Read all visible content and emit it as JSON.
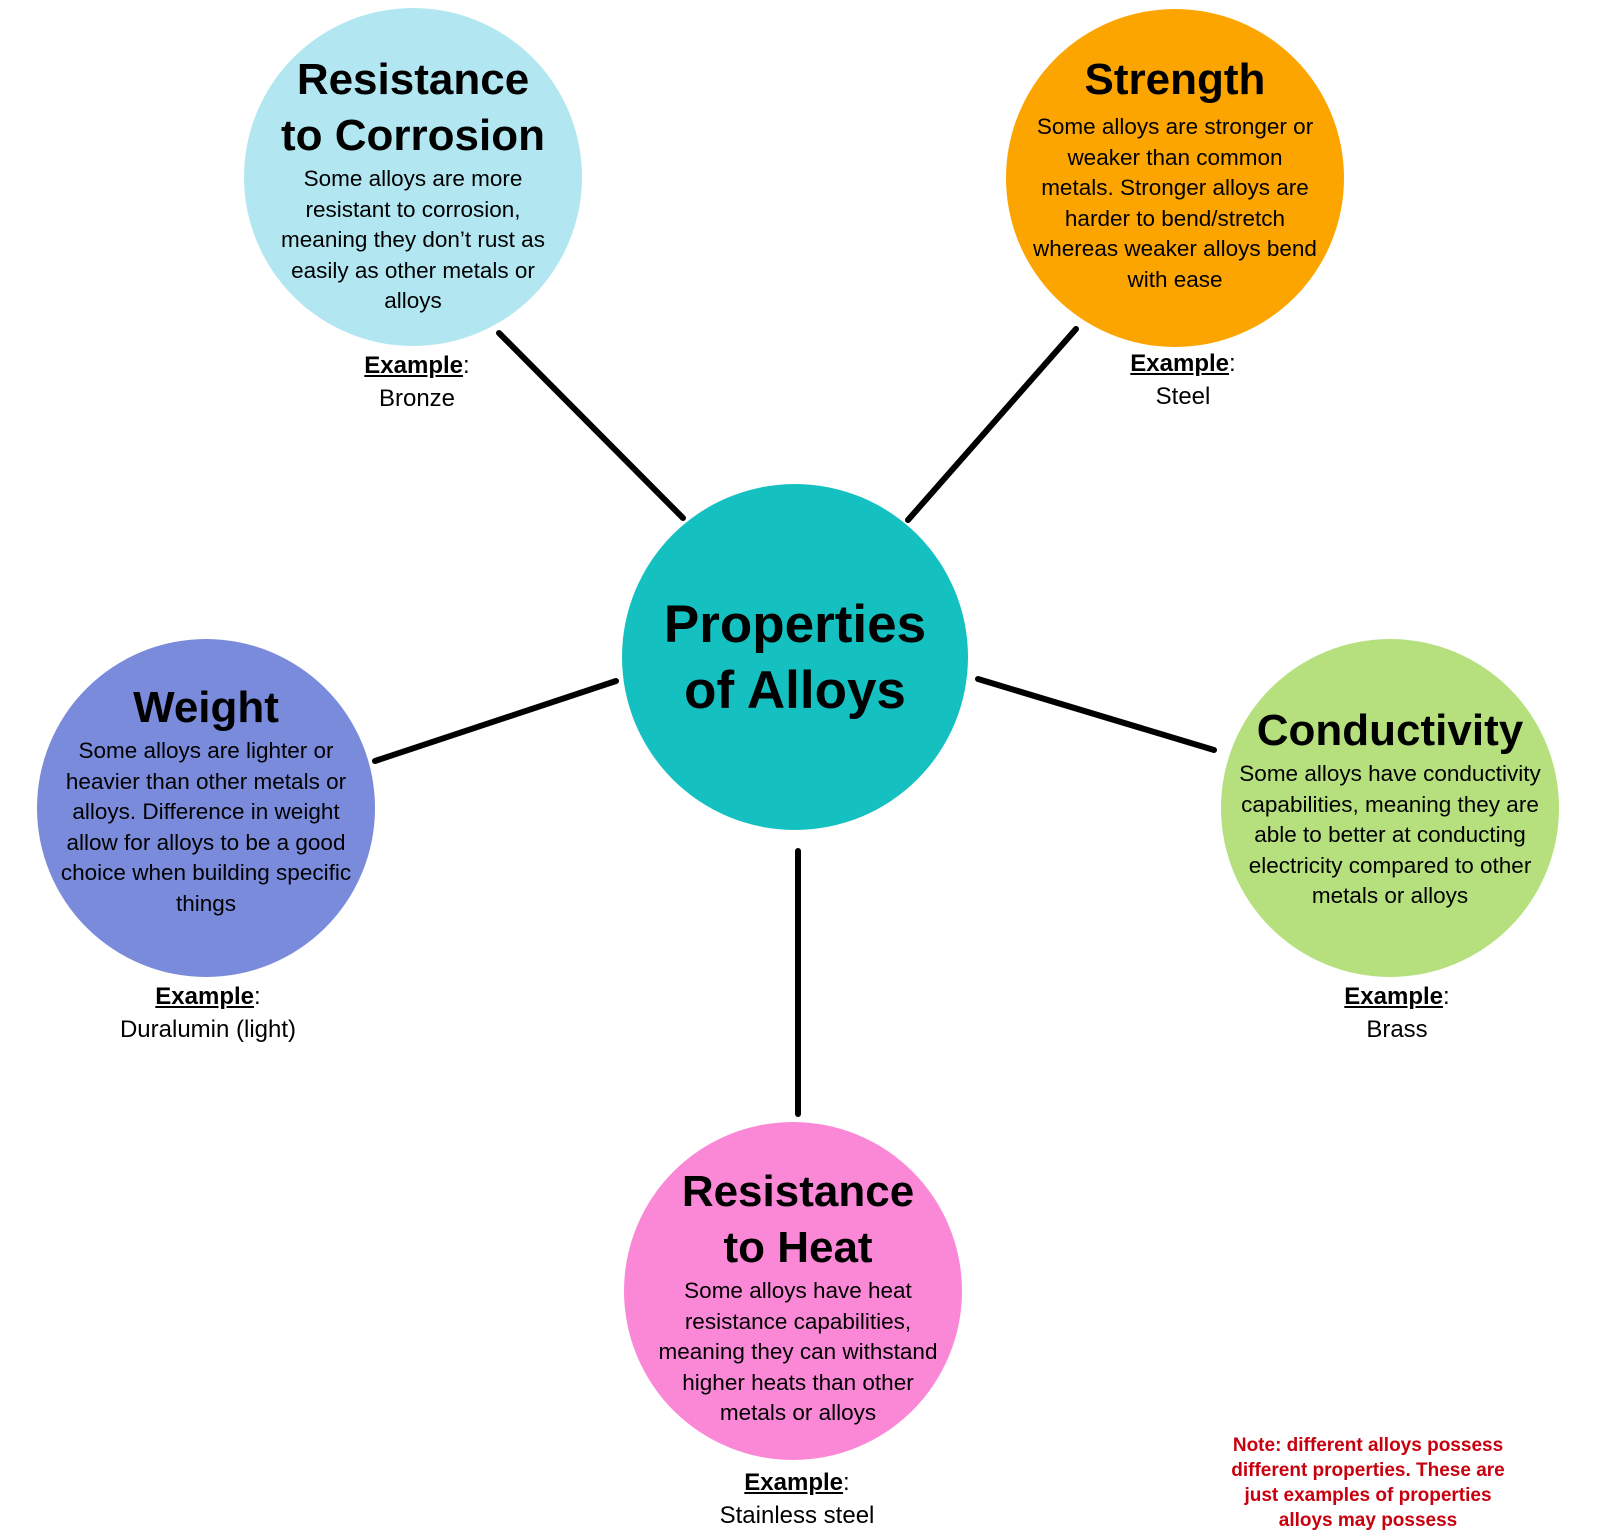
{
  "center": {
    "title_line1": "Properties",
    "title_line2": "of Alloys",
    "color": "#15c0c1"
  },
  "nodes": {
    "corrosion": {
      "title_line1": "Resistance",
      "title_line2": "to Corrosion",
      "description": "Some alloys are more resistant to corrosion, meaning they don’t rust as easily as other metals or alloys",
      "example_label": "Example",
      "example": "Bronze",
      "color": "#b2e7f2"
    },
    "strength": {
      "title": "Strength",
      "description": "Some alloys are stronger or weaker than common metals. Stronger alloys are harder to bend/stretch whereas weaker alloys bend with ease",
      "example_label": "Example",
      "example": "Steel",
      "color": "#fca500"
    },
    "weight": {
      "title": "Weight",
      "description": "Some alloys are lighter or heavier than other metals or alloys. Difference in weight allow for alloys to be a good choice when building specific things",
      "example_label": "Example",
      "example": "Duralumin (light)",
      "color": "#7a8bdc"
    },
    "conductivity": {
      "title": "Conductivity",
      "description": "Some alloys have conductivity capabilities, meaning they are able to better at conducting electricity compared to other metals or alloys",
      "example_label": "Example",
      "example": "Brass",
      "color": "#b6e07e"
    },
    "heat": {
      "title_line1": "Resistance",
      "title_line2": "to Heat",
      "description": "Some alloys have heat resistance capabilities, meaning they can withstand higher heats than other metals or alloys",
      "example_label": "Example",
      "example": "Stainless steel",
      "color": "#fb88d6"
    }
  },
  "note": "Note: different alloys possess different properties. These are just examples of properties alloys may possess"
}
